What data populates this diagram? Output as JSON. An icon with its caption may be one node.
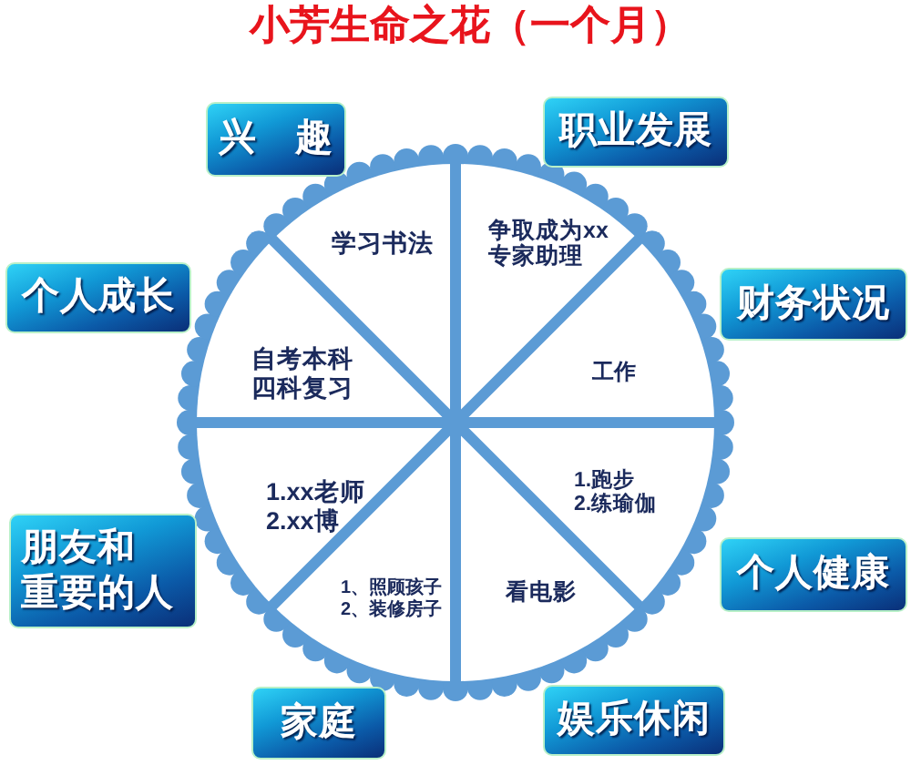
{
  "diagram": {
    "title": "小芳生命之花（一个月）",
    "nodes": [
      {
        "text": [
          "兴　趣"
        ]
      },
      {
        "text": [
          "职业发展"
        ]
      },
      {
        "text": [],
        "shape": "circle"
      },
      {
        "text": [
          "学习书法"
        ],
        "in": 2
      },
      {
        "text": [
          "争取成为xx专家助理"
        ],
        "in": 2
      },
      {
        "text": [
          "个人成长"
        ]
      },
      {
        "text": [
          "财务状况"
        ]
      },
      {
        "text": [
          "自考本科四科复习"
        ],
        "in": 2
      },
      {
        "text": [
          "工作"
        ],
        "in": 2
      },
      {
        "text": [
          "1.xx老师",
          "2.xx博"
        ],
        "in": 2
      },
      {
        "text": [
          "1.跑步",
          "2.练瑜伽"
        ],
        "in": 2
      },
      {
        "text": [
          "朋友和重要的人"
        ]
      },
      {
        "text": [
          "个人健康"
        ]
      },
      {
        "text": [
          "1、照顾孩子",
          "2、装修房子"
        ],
        "in": 2
      },
      {
        "text": [
          "看电影"
        ],
        "in": 2
      },
      {
        "text": [
          "家庭"
        ]
      },
      {
        "text": [
          "娱乐休闲"
        ]
      }
    ]
  }
}
